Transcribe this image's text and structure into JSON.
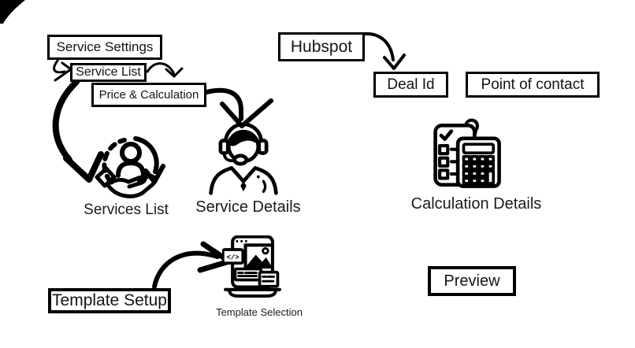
{
  "canvas": {
    "background": "#ffffff",
    "ink": "#000000"
  },
  "boxes": {
    "service_settings": "Service Settings",
    "service_list": "Service List",
    "price_calculation": "Price & Calculation",
    "hubspot": "Hubspot",
    "deal_id": "Deal Id",
    "point_of_contact": "Point of contact",
    "template_setup": "Template Setup",
    "preview": "Preview"
  },
  "labels": {
    "services_list": "Services List",
    "service_details": "Service Details",
    "calculation_details": "Calculation Details",
    "template_selection": "Template Selection"
  },
  "icons": {
    "services_list": "person-sync-on-hand-icon",
    "service_details": "support-agent-headset-icon",
    "calculation_details": "checklist-calculator-icon",
    "template_selection": "web-template-browser-icon",
    "code_glyph": "</>"
  }
}
